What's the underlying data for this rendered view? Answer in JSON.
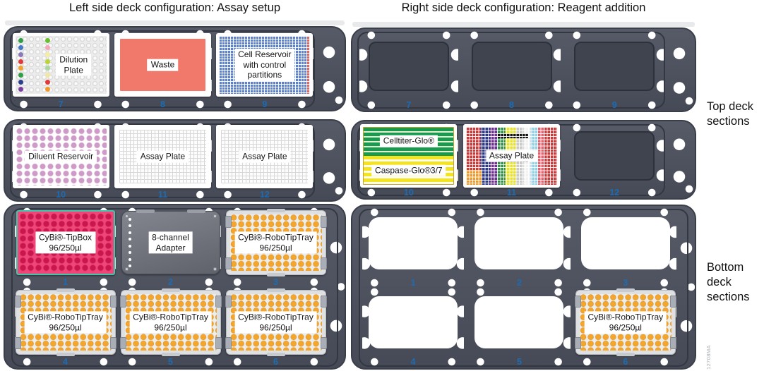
{
  "titles": {
    "left": "Left side deck configuration: Assay setup",
    "right": "Right side deck configuration: Reagent addition"
  },
  "side_labels": {
    "top": "Top deck sections",
    "bottom": "Bottom deck sections"
  },
  "watermark": "12708MA",
  "nums": {
    "p1": "1",
    "p2": "2",
    "p3": "3",
    "p4": "4",
    "p5": "5",
    "p6": "6",
    "p7": "7",
    "p8": "8",
    "p9": "9",
    "p10": "10",
    "p11": "11",
    "p12": "12"
  },
  "plates": {
    "dilution": {
      "line1": "Dilution",
      "line2": "Plate"
    },
    "waste": {
      "line1": "Waste"
    },
    "cell_reservoir": {
      "line1": "Cell Reservoir",
      "line2": "with control",
      "line3": "partitions"
    },
    "diluent_reservoir": {
      "line1": "Diluent Reservoir"
    },
    "assay_plate": {
      "line1": "Assay Plate"
    },
    "celltiter_glo": {
      "line1": "Celltiter-Glo®"
    },
    "caspase_glo": {
      "line1": "Caspase-Glo®3/7"
    },
    "tipbox": {
      "line1": "CyBi®-TipBox",
      "line2": "96/250µl"
    },
    "adapter": {
      "line1": "8-channel",
      "line2": "Adapter"
    },
    "robotiptray": {
      "line1": "CyBi®-RoboTipTray",
      "line2": "96/250µl"
    }
  },
  "dilution_dots": {
    "c1": [
      "#2f9e44",
      "#4478c8",
      "#8a7bb8",
      "#e03a3a",
      "#f0a22e",
      "#2f9e44",
      "#2b3f8f",
      "#7a3fa0"
    ],
    "c2": [
      "#6abf2e",
      "#f4a7bb",
      "#f3eda6",
      "#b9d435",
      "#a9d8a2",
      "#f1e7a3",
      "#e03a3a",
      "#f09a2e"
    ]
  },
  "colors": {
    "position_number_blue": "#1b6cb5",
    "deck_gray": "#4d5160",
    "waste_salmon": "#f1796b",
    "tipbox_pink": "#ee4679",
    "tipbox_border_teal": "#47c3aa",
    "tip_orange": "#f4a52b",
    "cell_reservoir_blue": "#5b80cf",
    "diluent_plum": "#ce9ac7",
    "celltiter_green": "#189b50",
    "caspase_yellow": "#f4e41f"
  }
}
